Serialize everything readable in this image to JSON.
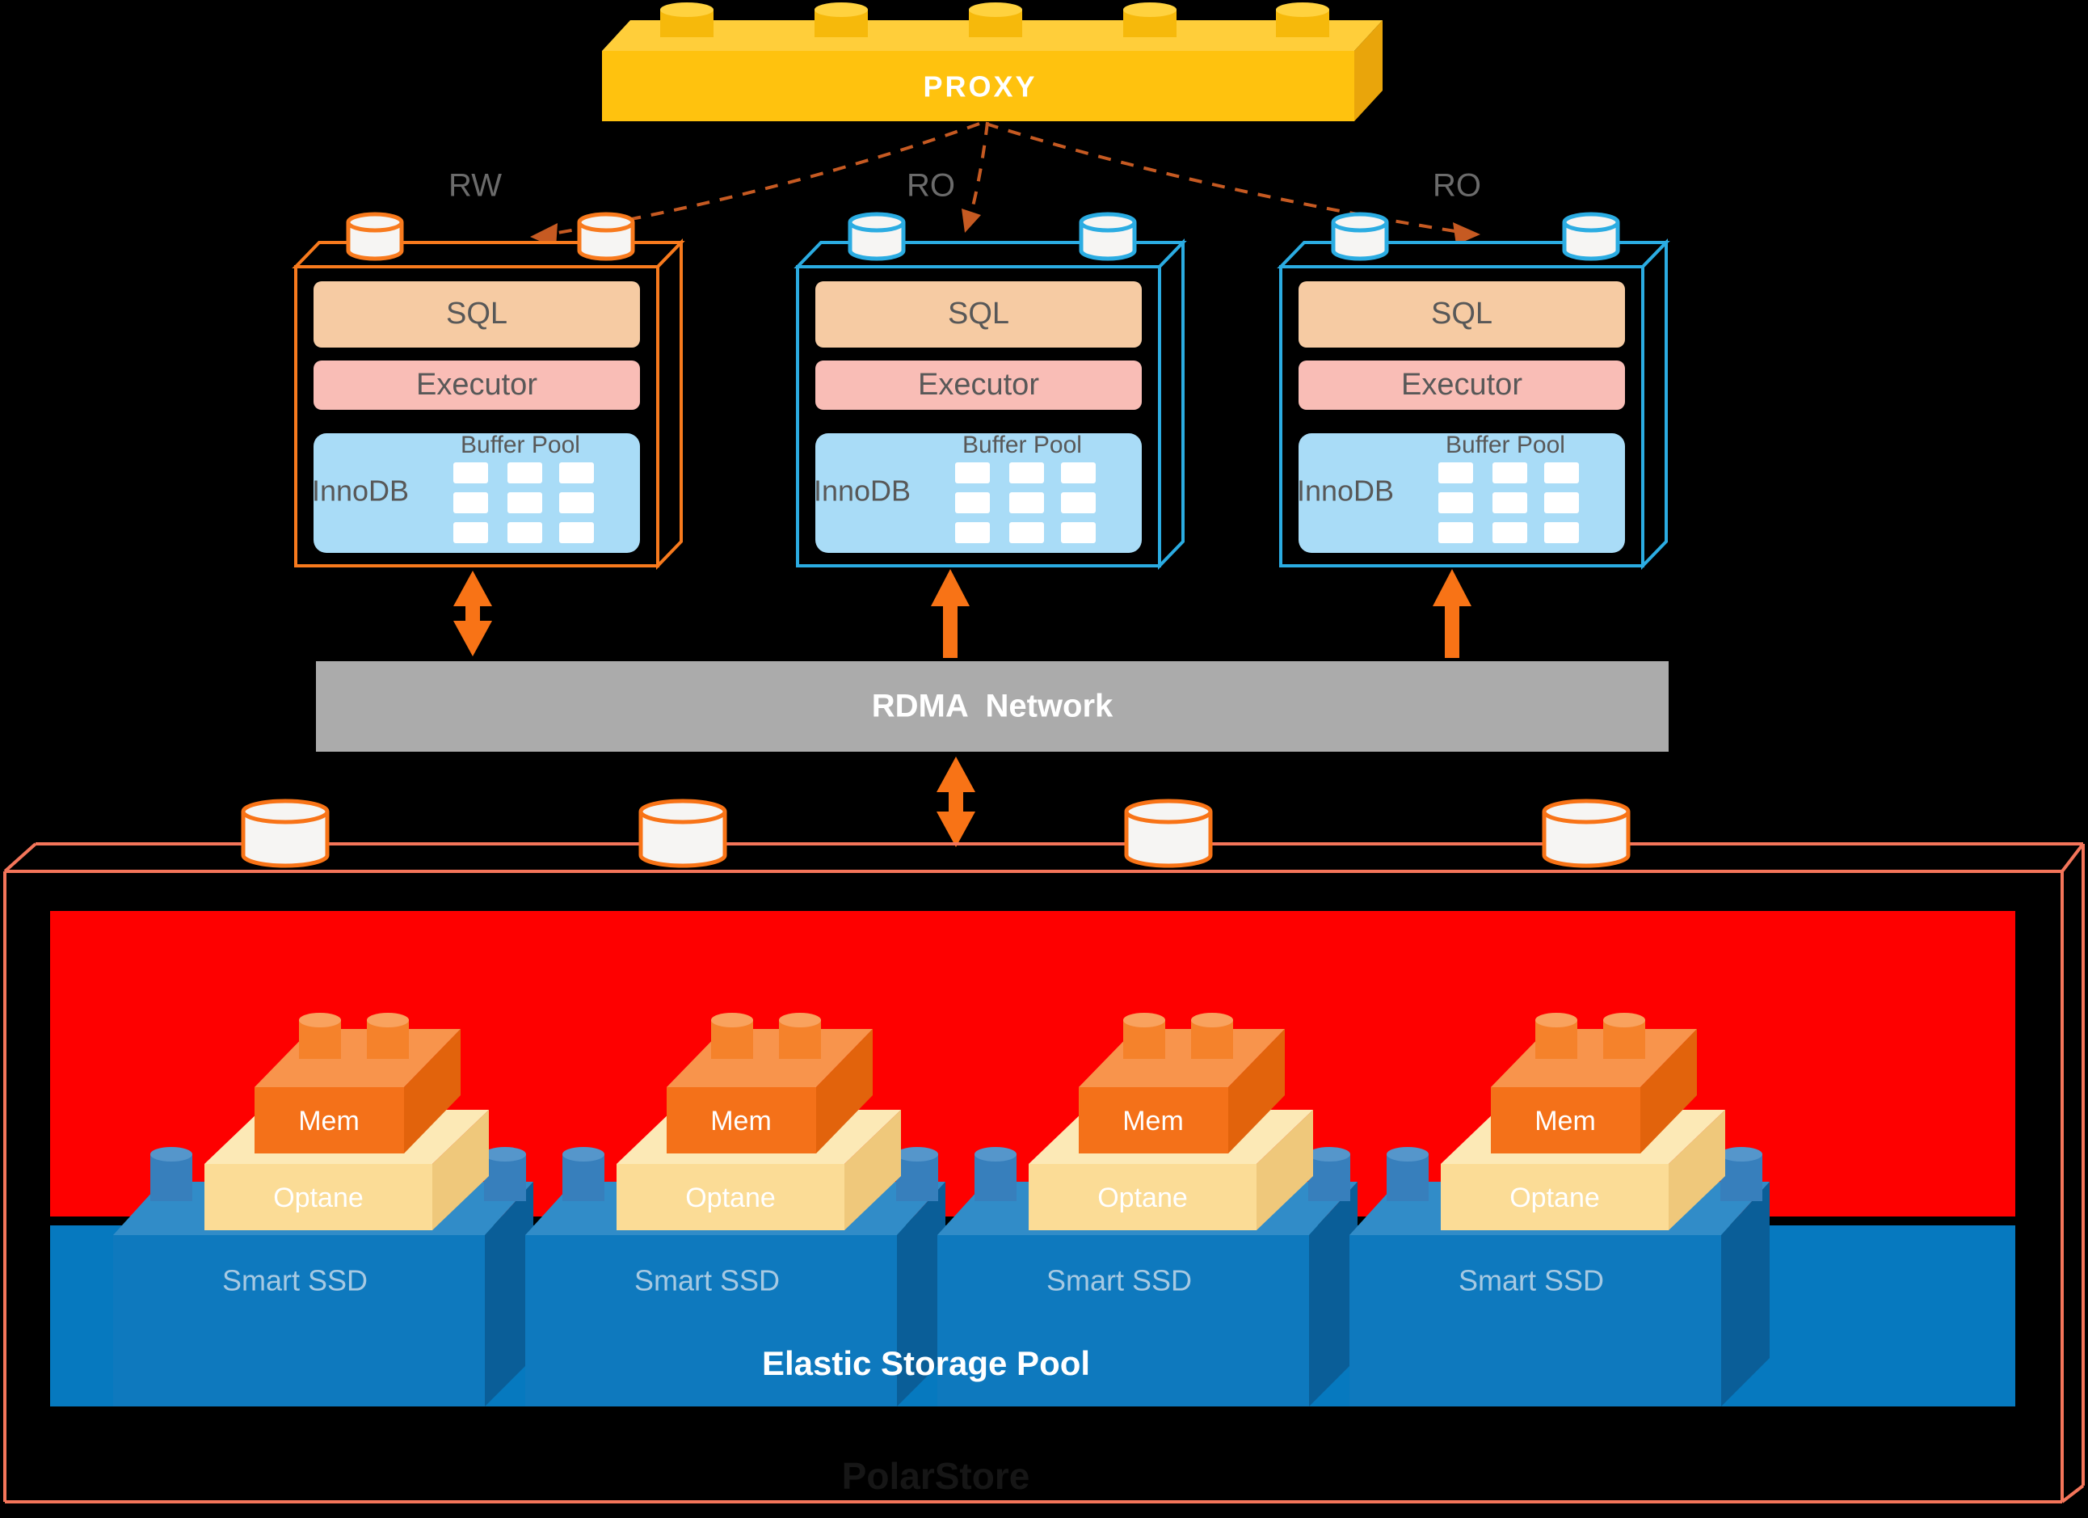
{
  "proxy": {
    "label": "PROXY",
    "color": "#FFC20E"
  },
  "compute_nodes": [
    {
      "role": "RW",
      "accent": "#F87A1D",
      "layers": {
        "sql": "SQL",
        "executor": "Executor",
        "engine": "InnoDB",
        "buffer_pool": "Buffer Pool"
      }
    },
    {
      "role": "RO",
      "accent": "#2BACE2",
      "layers": {
        "sql": "SQL",
        "executor": "Executor",
        "engine": "InnoDB",
        "buffer_pool": "Buffer Pool"
      }
    },
    {
      "role": "RO",
      "accent": "#2BACE2",
      "layers": {
        "sql": "SQL",
        "executor": "Executor",
        "engine": "InnoDB",
        "buffer_pool": "Buffer Pool"
      }
    }
  ],
  "network": {
    "label": "RDMA  Network",
    "bar_color": "#ABABAB"
  },
  "storage": {
    "name": "PolarStore",
    "pool_label": "Elastic Storage Pool",
    "outline_color": "#F4755A",
    "highlight_color": "#FE0000",
    "pool_color": "#0679BF",
    "units": [
      {
        "mem": "Mem",
        "optane": "Optane",
        "ssd": "Smart SSD"
      },
      {
        "mem": "Mem",
        "optane": "Optane",
        "ssd": "Smart SSD"
      },
      {
        "mem": "Mem",
        "optane": "Optane",
        "ssd": "Smart SSD"
      },
      {
        "mem": "Mem",
        "optane": "Optane",
        "ssd": "Smart SSD"
      }
    ]
  },
  "colors": {
    "solid_arrow": "#F87316",
    "dashed_connector": "#C65A22"
  }
}
